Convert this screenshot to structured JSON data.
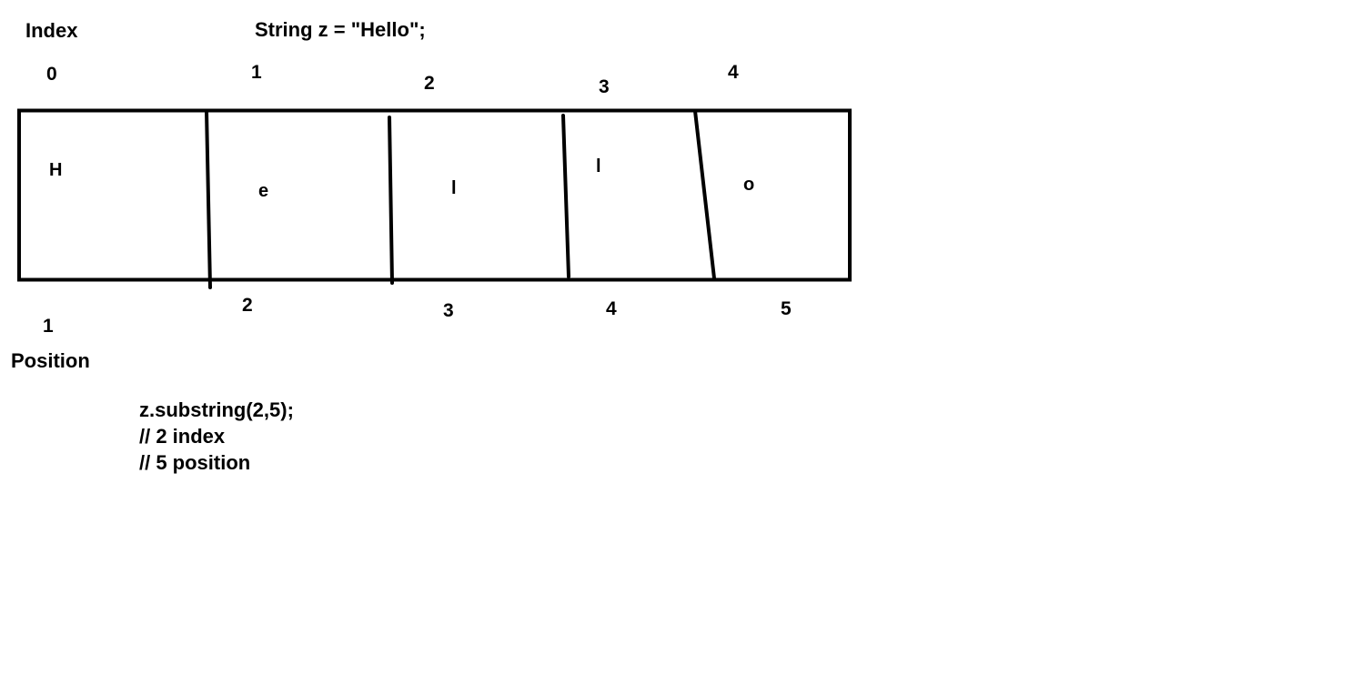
{
  "header": {
    "index_label": "Index",
    "declaration": "String z = \"Hello\";"
  },
  "indices": [
    "0",
    "1",
    "2",
    "3",
    "4"
  ],
  "characters": [
    "H",
    "e",
    "l",
    "l",
    "o"
  ],
  "positions": [
    "1",
    "2",
    "3",
    "4",
    "5"
  ],
  "position_label": "Position",
  "code_lines": [
    "z.substring(2,5);",
    "// 2 index",
    "// 5 position"
  ],
  "colors": {
    "ink": "#000000",
    "background": "#ffffff"
  }
}
